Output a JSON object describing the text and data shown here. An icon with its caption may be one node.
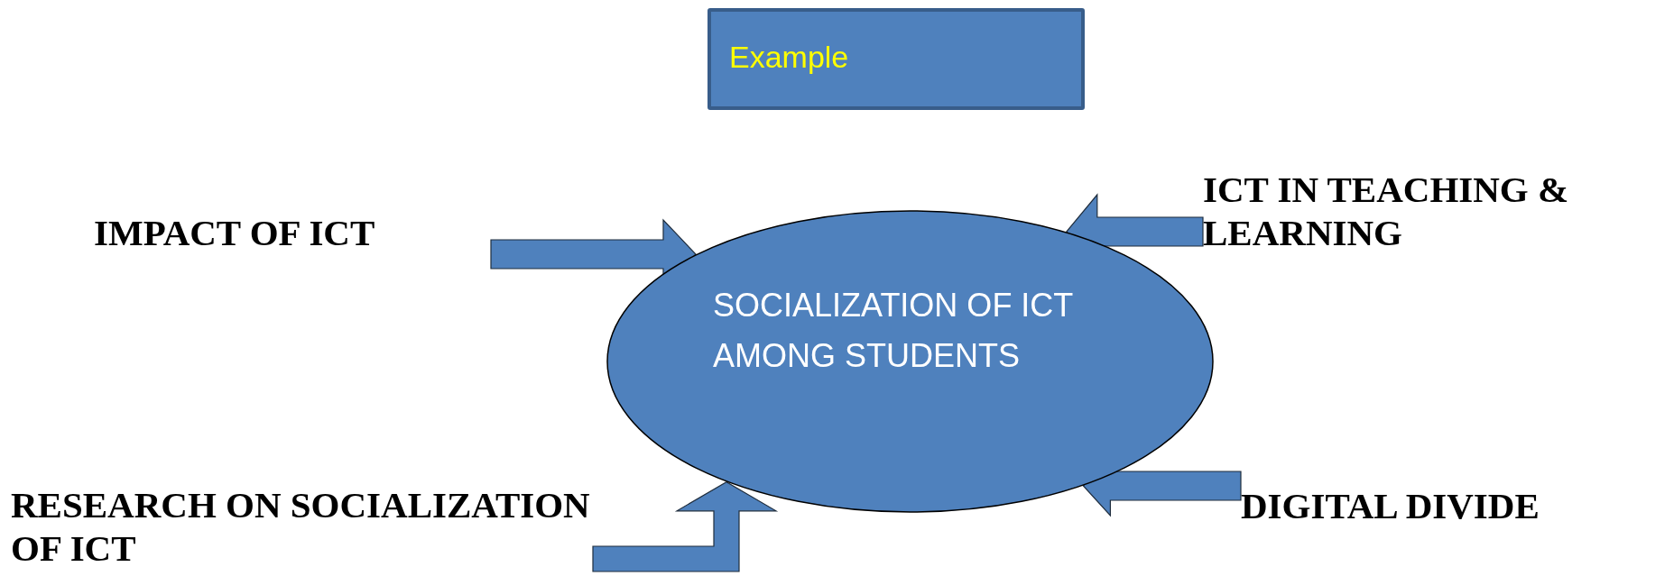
{
  "diagram": {
    "nodes": [
      {
        "text": [
          "Example"
        ]
      },
      {
        "text": [
          "ICT IN TEACHING & LEARNING"
        ]
      },
      {
        "text": [
          "IMPACT OF ICT"
        ]
      },
      {
        "text": [
          "SOCIALIZATION OF ICT AMONG STUDENTS"
        ]
      },
      {
        "text": [
          "RESEARCH ON SOCIALIZATION OF ICT"
        ]
      },
      {
        "text": [
          "DIGITAL DIVIDE"
        ]
      }
    ],
    "edges": [
      {
        "from": 2,
        "to": 3,
        "arrow": "to"
      },
      {
        "from": 1,
        "to": 3,
        "arrow": "to"
      },
      {
        "from": 5,
        "to": 3,
        "arrow": "to"
      },
      {
        "from": 4,
        "to": 3,
        "arrow": "to"
      }
    ]
  }
}
